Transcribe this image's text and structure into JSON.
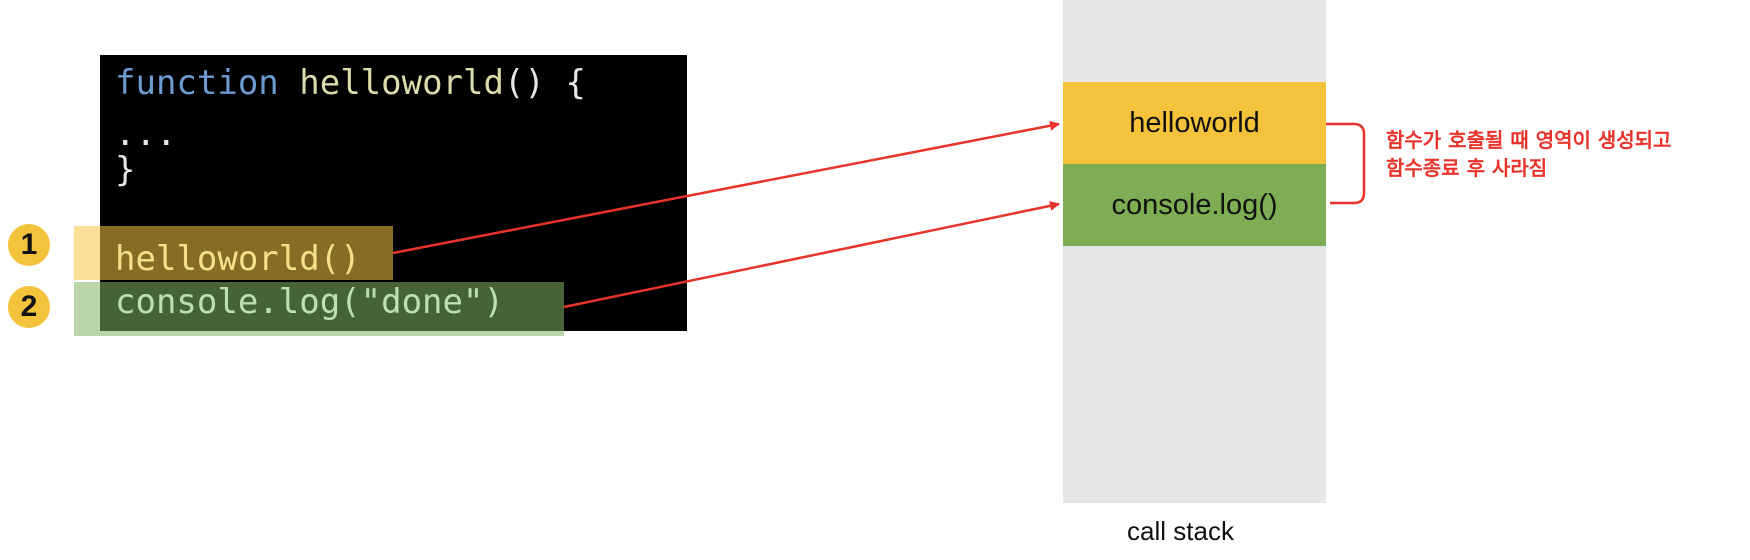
{
  "code": {
    "line1": {
      "keyword": "function",
      "name": "helloworld",
      "rest": "() {"
    },
    "line2": "...",
    "line3": "}",
    "call_line": "helloworld()",
    "log_line": "console.log(\"done\")"
  },
  "badges": [
    "1",
    "2"
  ],
  "call_stack": {
    "frames": [
      "helloworld",
      "console.log()"
    ],
    "caption": "call stack"
  },
  "annotation": {
    "line1": "함수가 호출될 때 영역이 생성되고",
    "line2": "함수종료 후 사라짐"
  },
  "colors": {
    "badge": "#f4c23b",
    "frame_yellow": "#f4c23b",
    "frame_green": "#7fad54",
    "arrow": "#e8332a",
    "stack_background": "#e6e6e6",
    "code_background": "#000000"
  }
}
